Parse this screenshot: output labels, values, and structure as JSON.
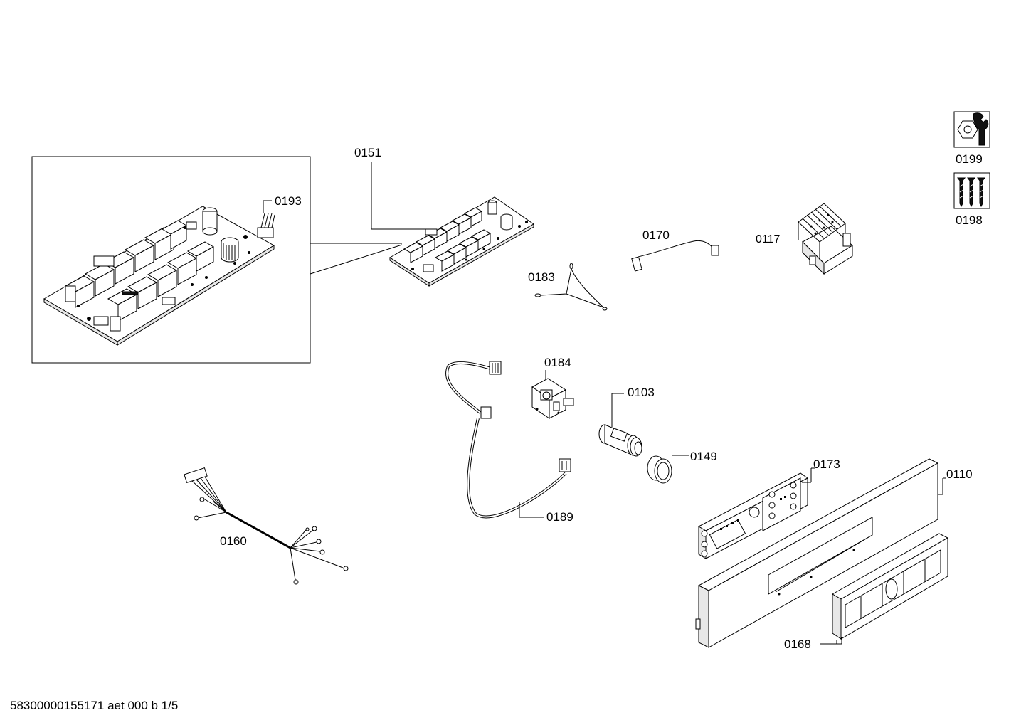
{
  "parts": {
    "p0151": "0151",
    "p0193": "0193",
    "p0170": "0170",
    "p0117": "0117",
    "p0183": "0183",
    "p0184": "0184",
    "p0103": "0103",
    "p0149": "0149",
    "p0189": "0189",
    "p0160": "0160",
    "p0173": "0173",
    "p0110": "0110",
    "p0168": "0168",
    "p0199": "0199",
    "p0198": "0198"
  },
  "footer": {
    "document_id": "58300000155171 aet 000 b 1/5"
  },
  "icons": {
    "tool": "wrench-nut-icon",
    "screws": "screws-icon"
  }
}
